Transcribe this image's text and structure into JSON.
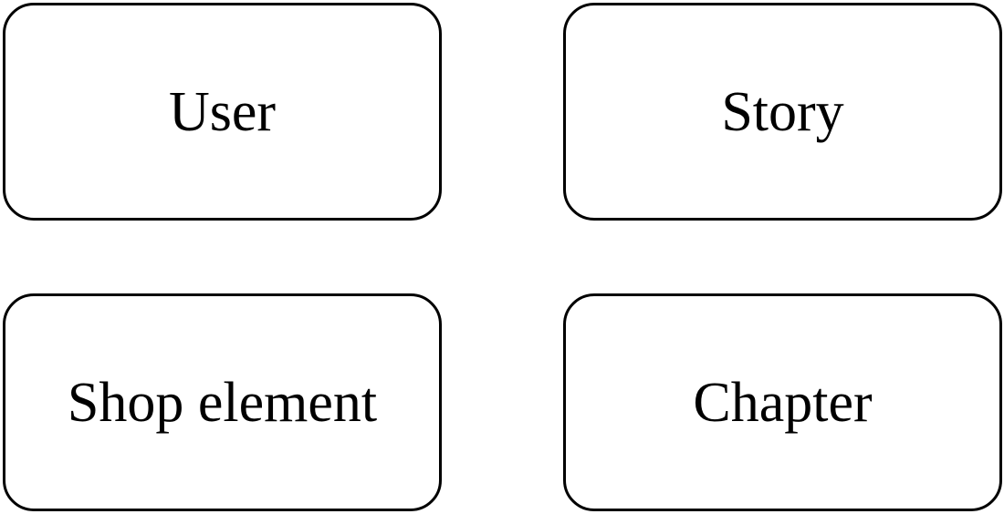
{
  "diagram": {
    "entities": [
      {
        "id": "user",
        "label": "User"
      },
      {
        "id": "story",
        "label": "Story"
      },
      {
        "id": "shop_element",
        "label": "Shop element"
      },
      {
        "id": "chapter",
        "label": "Chapter"
      }
    ]
  },
  "colors": {
    "background": "#ffffff",
    "border": "#000000",
    "text": "#000000"
  }
}
